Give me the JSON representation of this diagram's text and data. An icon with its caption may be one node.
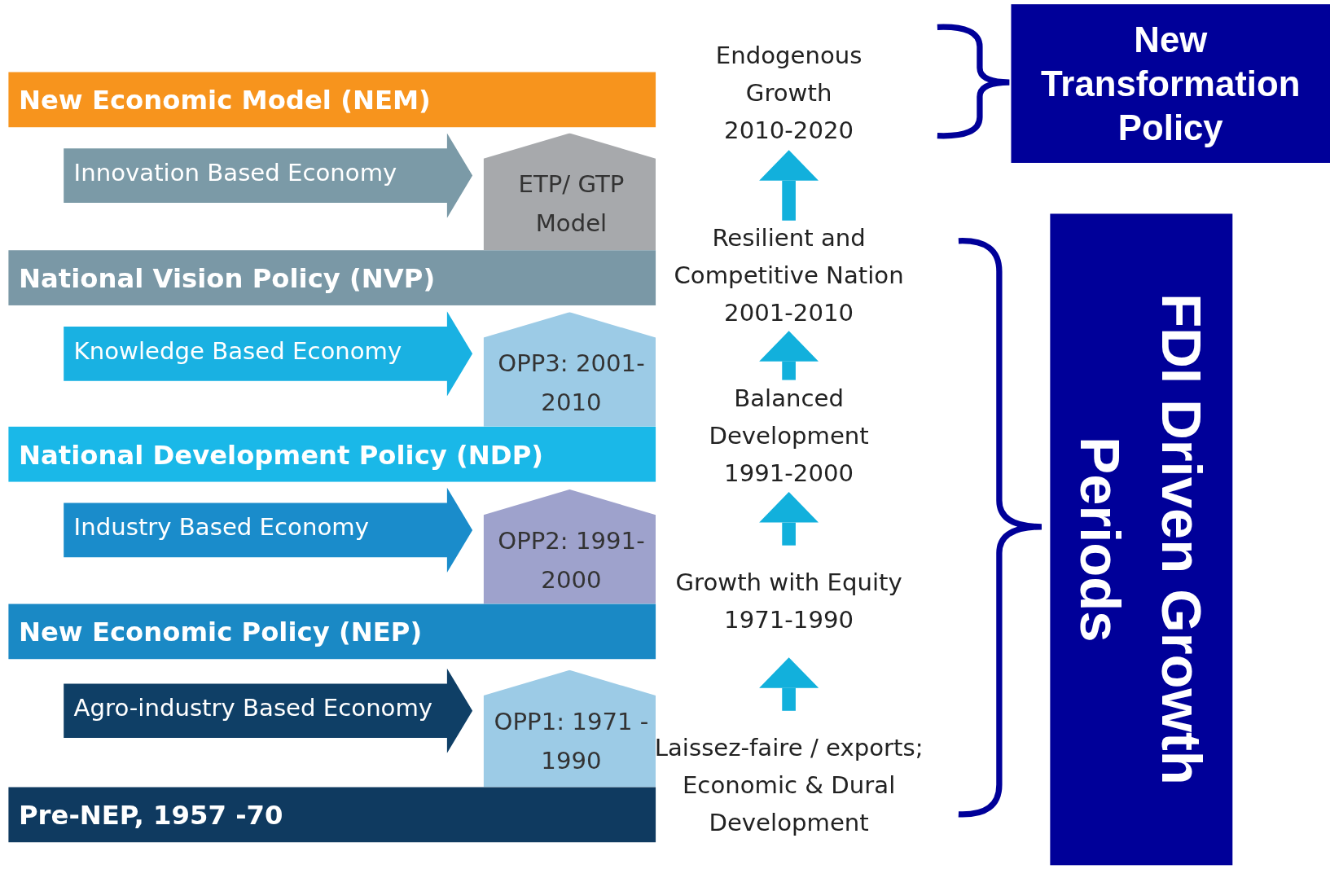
{
  "diagram": {
    "nodes": [
      {
        "text": [
          "New Economic Model (NEM)"
        ]
      },
      {
        "text": [
          "Innovation Based Economy"
        ]
      },
      {
        "text": [
          "ETP/ GTP Model"
        ]
      },
      {
        "text": [
          "National Vision Policy (NVP)"
        ]
      },
      {
        "text": [
          "Knowledge Based Economy"
        ]
      },
      {
        "text": [
          "OPP3: 2001- 2010"
        ]
      },
      {
        "text": [
          "National Development Policy (NDP)"
        ]
      },
      {
        "text": [
          "Industry Based Economy"
        ]
      },
      {
        "text": [
          "OPP2: 1991- 2000"
        ]
      },
      {
        "text": [
          "New Economic Policy (NEP)"
        ]
      },
      {
        "text": [
          "Agro-industry Based Economy"
        ]
      },
      {
        "text": [
          "OPP1: 1971 - 1990"
        ]
      },
      {
        "text": [
          "Pre-NEP, 1957 -70"
        ]
      },
      {
        "text": [
          "Endogenous Growth",
          "2010-2020"
        ]
      },
      {
        "text": [
          "Resilient and Competitive Nation",
          "2001-2010"
        ]
      },
      {
        "text": [
          "Balanced Development",
          "1991-2000"
        ]
      },
      {
        "text": [
          "Growth with Equity",
          "1971-1990"
        ]
      },
      {
        "text": [
          "Laissez-faire / exports; Economic & Dural Development"
        ]
      },
      {
        "text": [
          "New Transformation Policy"
        ]
      },
      {
        "text": [
          "FDI Driven Growth Periods"
        ]
      }
    ],
    "edges": [
      {
        "from": 17,
        "to": 16,
        "arrow": "to"
      },
      {
        "from": 16,
        "to": 15,
        "arrow": "to"
      },
      {
        "from": 15,
        "to": 14,
        "arrow": "to"
      },
      {
        "from": 14,
        "to": 13,
        "arrow": "to"
      }
    ]
  }
}
